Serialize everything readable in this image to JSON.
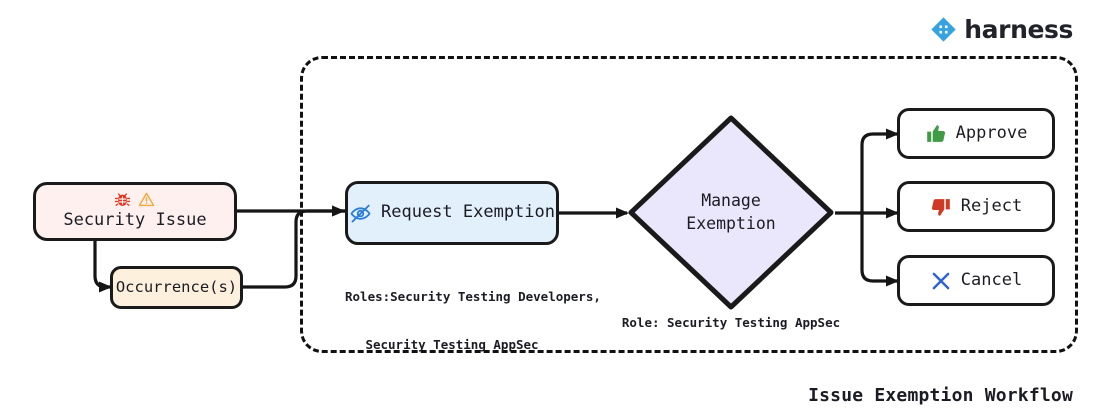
{
  "brand": {
    "name": "harness",
    "mark_icon": "harness-diamond-logo-icon",
    "mark_color": "#35a3e0"
  },
  "diagram": {
    "title": "Issue Exemption Workflow",
    "container_style": "dashed",
    "nodes": {
      "security_issue": {
        "label": "Security Issue",
        "icons": [
          "bug-icon",
          "warning-triangle-icon"
        ],
        "bug_color": "#e8341f",
        "warning_color": "#f2a93b",
        "fill": "#fdf0ee",
        "stroke": "#1a1a1a",
        "shape": "rounded-rect"
      },
      "occurrences": {
        "label": "Occurrence(s)",
        "fill": "#fdf0dc",
        "stroke": "#1a1a1a",
        "shape": "rounded-rect"
      },
      "request_exemption": {
        "label": "Request Exemption",
        "icon": "eye-slash-icon",
        "icon_color": "#2b7fd4",
        "fill": "#e2f0fb",
        "stroke": "#1a1a1a",
        "shape": "rounded-rect",
        "caption_line1": "Roles:Security Testing Developers,",
        "caption_line2": "Security Testing AppSec"
      },
      "manage_exemption": {
        "label_line1": "Manage",
        "label_line2": "Exemption",
        "fill": "#eae6fb",
        "stroke": "#1a1a1a",
        "shape": "diamond",
        "caption": "Role: Security Testing AppSec"
      },
      "approve": {
        "label": "Approve",
        "icon": "thumbs-up-icon",
        "icon_color": "#3f9b45",
        "fill": "#ffffff",
        "stroke": "#1a1a1a",
        "shape": "rounded-rect"
      },
      "reject": {
        "label": "Reject",
        "icon": "thumbs-down-icon",
        "icon_color": "#cf3a24",
        "fill": "#ffffff",
        "stroke": "#1a1a1a",
        "shape": "rounded-rect"
      },
      "cancel": {
        "label": "Cancel",
        "icon": "x-cross-icon",
        "icon_color": "#2b63d4",
        "fill": "#ffffff",
        "stroke": "#1a1a1a",
        "shape": "rounded-rect"
      }
    },
    "edges": [
      {
        "from": "security_issue",
        "to": "request_exemption",
        "arrow": true
      },
      {
        "from": "security_issue",
        "to": "occurrences",
        "arrow": true
      },
      {
        "from": "occurrences",
        "to": "request_exemption",
        "arrow": true
      },
      {
        "from": "request_exemption",
        "to": "manage_exemption",
        "arrow": true
      },
      {
        "from": "manage_exemption",
        "to": "approve",
        "arrow": true
      },
      {
        "from": "manage_exemption",
        "to": "reject",
        "arrow": true
      },
      {
        "from": "manage_exemption",
        "to": "cancel",
        "arrow": true
      }
    ]
  }
}
